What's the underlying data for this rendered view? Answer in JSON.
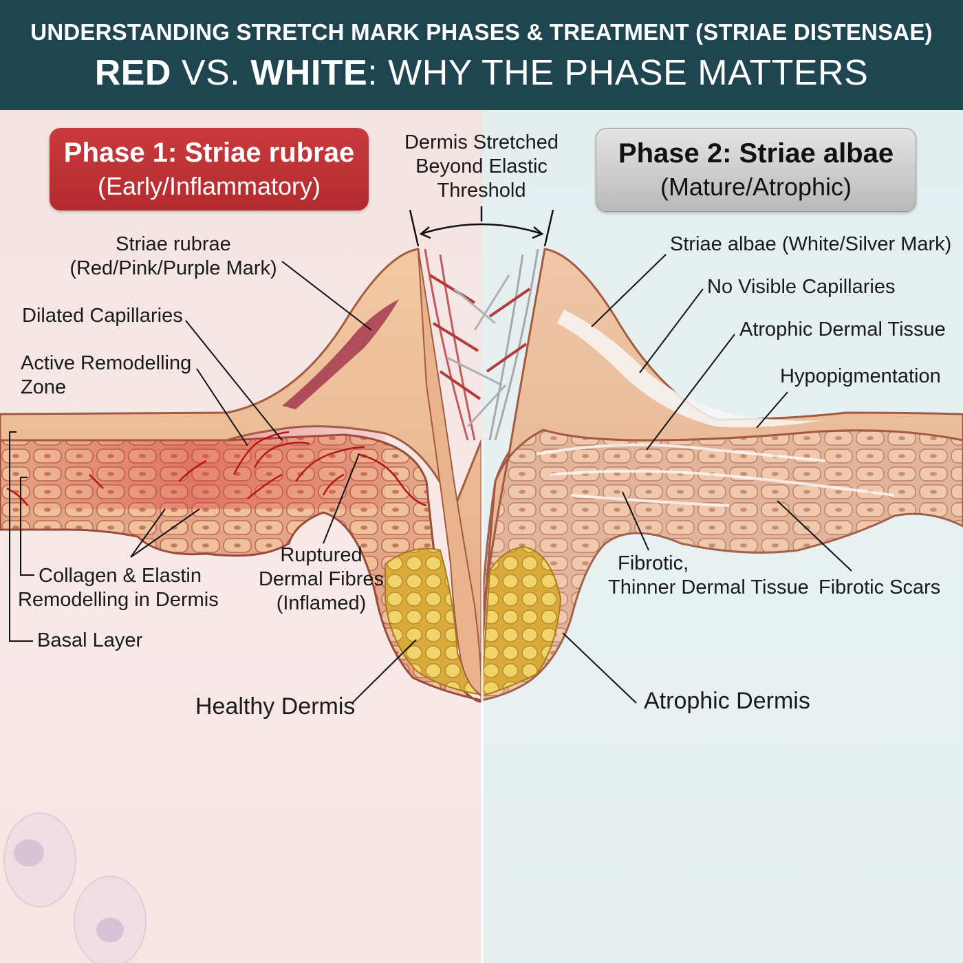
{
  "header": {
    "title_line1": "UNDERSTANDING STRETCH MARK PHASES & TREATMENT (STRIAE DISTENSAE)",
    "title_line2_red": "RED",
    "title_line2_vs": " VS. ",
    "title_line2_white": "WHITE",
    "title_line2_rest": ": WHY THE PHASE MATTERS"
  },
  "phase1": {
    "title": "Phase 1: Striae rubrae",
    "subtitle": "(Early/Inflammatory)"
  },
  "phase2": {
    "title": "Phase 2: Striae albae",
    "subtitle": "(Mature/Atrophic)"
  },
  "center": {
    "line1": "Dermis Stretched",
    "line2": "Beyond Elastic",
    "line3": "Threshold"
  },
  "left_labels": {
    "rubrae_1": "Striae rubrae",
    "rubrae_2": "(Red/Pink/Purple Mark)",
    "dilated": "Dilated Capillaries",
    "active_1": "Active Remodelling",
    "active_2": "Zone",
    "collagen_1": "Collagen & Elastin",
    "collagen_2": "Remodelling in Dermis",
    "basal": "Basal Layer",
    "ruptured_1": "Ruptured",
    "ruptured_2": "Dermal Fibres",
    "ruptured_3": "(Inflamed)",
    "healthy": "Healthy Dermis"
  },
  "right_labels": {
    "albae": "Striae albae (White/Silver Mark)",
    "no_cap": "No Visible Capillaries",
    "atrophic_tissue": "Atrophic Dermal Tissue",
    "hypo": "Hypopigmentation",
    "fibrotic_1": "Fibrotic,",
    "fibrotic_2": "Thinner Dermal Tissue",
    "fibrotic_scars": "Fibrotic Scars",
    "atrophic_dermis": "Atrophic Dermis"
  },
  "colors": {
    "header_bg": "#1f4650",
    "phase1_red": "#b32a2e",
    "phase2_grey": "#c4c4c4",
    "skin": "#e8b58c",
    "fat": "#e9c95a",
    "capillary": "#b5141c"
  }
}
